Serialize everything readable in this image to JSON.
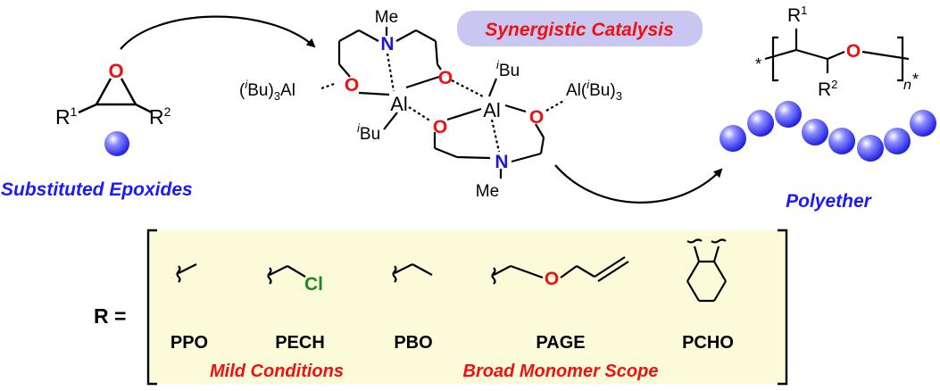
{
  "colors": {
    "blue_text": "#1a1aff",
    "red_text": "#ee1111",
    "atom_O": "#ee1111",
    "atom_N": "#1a1acc",
    "atom_Cl": "#1a8a1a",
    "bracket_fill": "#fbfbd9",
    "badge_fill": "#c9c6f2",
    "sphere": "#3a3aff"
  },
  "epoxide": {
    "o_atom": "O",
    "r1": "R",
    "r1_sup": "1",
    "r2": "R",
    "r2_sup": "2",
    "caption": "Substituted Epoxides"
  },
  "catalyst": {
    "badge": "Synergistic Catalysis",
    "me_top": "Me",
    "me_bottom": "Me",
    "n_atom": "N",
    "o_atom": "O",
    "al": "Al",
    "ibu": "Bu",
    "ibu_prefix": "i",
    "al_left_pre": "(",
    "al_left_mid": "Bu)",
    "al_left_sub": "3",
    "al_left_end": "Al",
    "al_right_pre": "Al(",
    "al_right_mid": "Bu)",
    "al_right_sub": "3"
  },
  "polymer": {
    "r1": "R",
    "r1_sup": "1",
    "r2": "R",
    "r2_sup": "2",
    "o_atom": "O",
    "n": "n",
    "star": "*",
    "caption": "Polyether",
    "bead_count": 8
  },
  "substituents": {
    "r_label": "R =",
    "cl_atom": "Cl",
    "o_atom": "O",
    "items": [
      "PPO",
      "PECH",
      "PBO",
      "PAGE",
      "PCHO"
    ],
    "footer_left": "Mild Conditions",
    "footer_right": "Broad Monomer Scope"
  }
}
